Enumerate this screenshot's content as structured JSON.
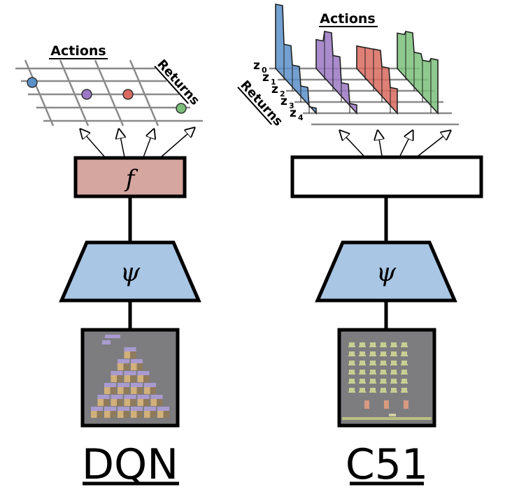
{
  "dqn": {
    "actions_label": "Actions",
    "returns_label": "Returns",
    "head_symbol": "f",
    "encoder_symbol": "ψ",
    "title": "DQN",
    "colors": {
      "head_fill": "#d5a59f",
      "encoder_fill": "#a9c6e4",
      "frame_bg": "#7d7d80"
    },
    "grid_points": [
      {
        "color": "#5a8fc8"
      },
      {
        "color": "#9b78c4"
      },
      {
        "color": "#d96a5f"
      },
      {
        "color": "#7bbf7a"
      }
    ]
  },
  "c51": {
    "actions_label": "Actions",
    "returns_label": "Returns",
    "z_labels": [
      "z",
      "z",
      "z",
      "z",
      "z"
    ],
    "z_subscripts": [
      "0",
      "1",
      "2",
      "3",
      "4"
    ],
    "encoder_symbol": "ψ",
    "title": "C51",
    "colors": {
      "encoder_fill": "#a9c6e4",
      "frame_bg": "#7d7d80"
    },
    "distributions": [
      {
        "color": "#5a8fc8",
        "values": [
          1.0,
          0.55,
          0.4,
          0.25,
          0.1
        ]
      },
      {
        "color": "#9b78c4",
        "values": [
          0.45,
          0.75,
          0.55,
          0.3,
          0.15
        ]
      },
      {
        "color": "#d96a5f",
        "values": [
          0.35,
          0.5,
          0.65,
          0.55,
          0.4
        ]
      },
      {
        "color": "#7bbf7a",
        "values": [
          0.55,
          0.75,
          0.6,
          0.65,
          0.85
        ]
      }
    ]
  }
}
